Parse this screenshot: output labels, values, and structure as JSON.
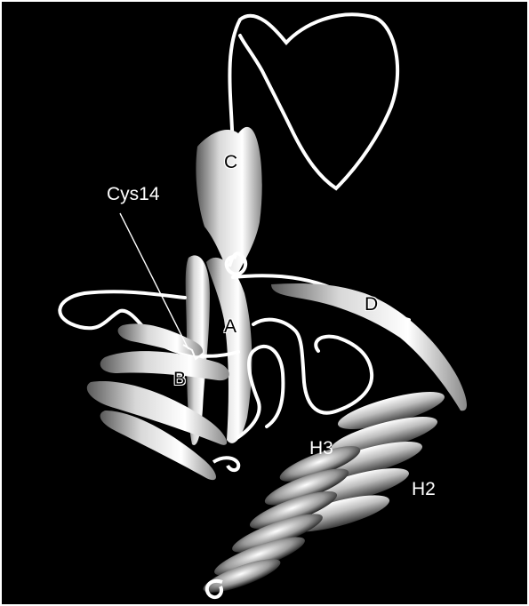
{
  "figure": {
    "background_color": "#000000",
    "ribbon_color": "#e8e8e8",
    "labels": {
      "cys14": "Cys14",
      "strand_a": "A",
      "strand_b": "B",
      "strand_c": "C",
      "strand_d": "D",
      "helix_h2": "H2",
      "helix_h3": "H3"
    }
  }
}
